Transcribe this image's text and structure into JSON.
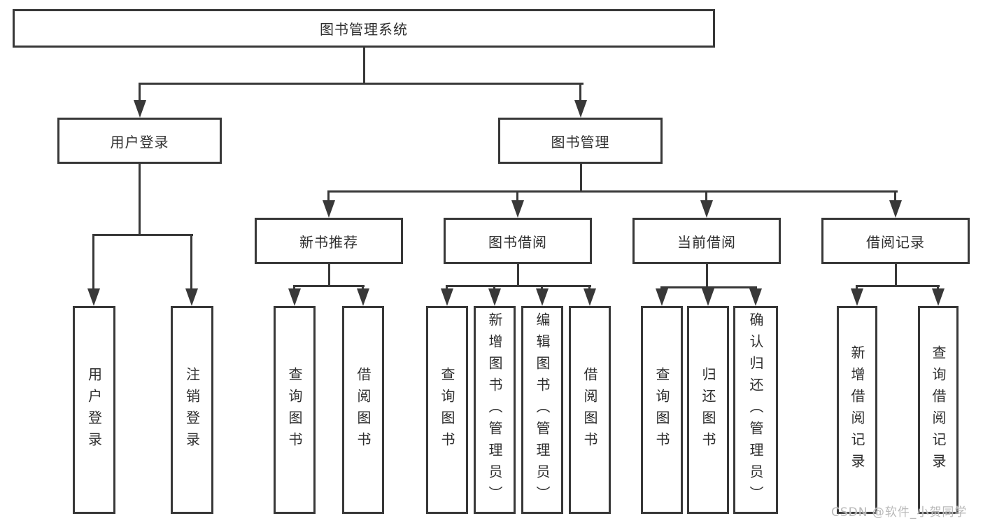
{
  "tree": {
    "root": "图书管理系统",
    "children": [
      {
        "label": "用户登录",
        "children": [
          "用户登录",
          "注销登录"
        ]
      },
      {
        "label": "图书管理",
        "children": [
          {
            "label": "新书推荐",
            "children": [
              "查询图书",
              "借阅图书"
            ]
          },
          {
            "label": "图书借阅",
            "children": [
              "查询图书",
              "新增图书（管理员）",
              "编辑图书（管理员）",
              "借阅图书"
            ]
          },
          {
            "label": "当前借阅",
            "children": [
              "查询图书",
              "归还图书",
              "确认归还（管理员）"
            ]
          },
          {
            "label": "借阅记录",
            "children": [
              "新增借阅记录",
              "查询借阅记录"
            ]
          }
        ]
      }
    ]
  },
  "watermark": {
    "text": "CSDN @软件_小贺同学"
  },
  "colors": {
    "line": "#383838",
    "text": "#2e2e2e",
    "watermark": "#b9b9b9",
    "background": "#ffffff"
  }
}
